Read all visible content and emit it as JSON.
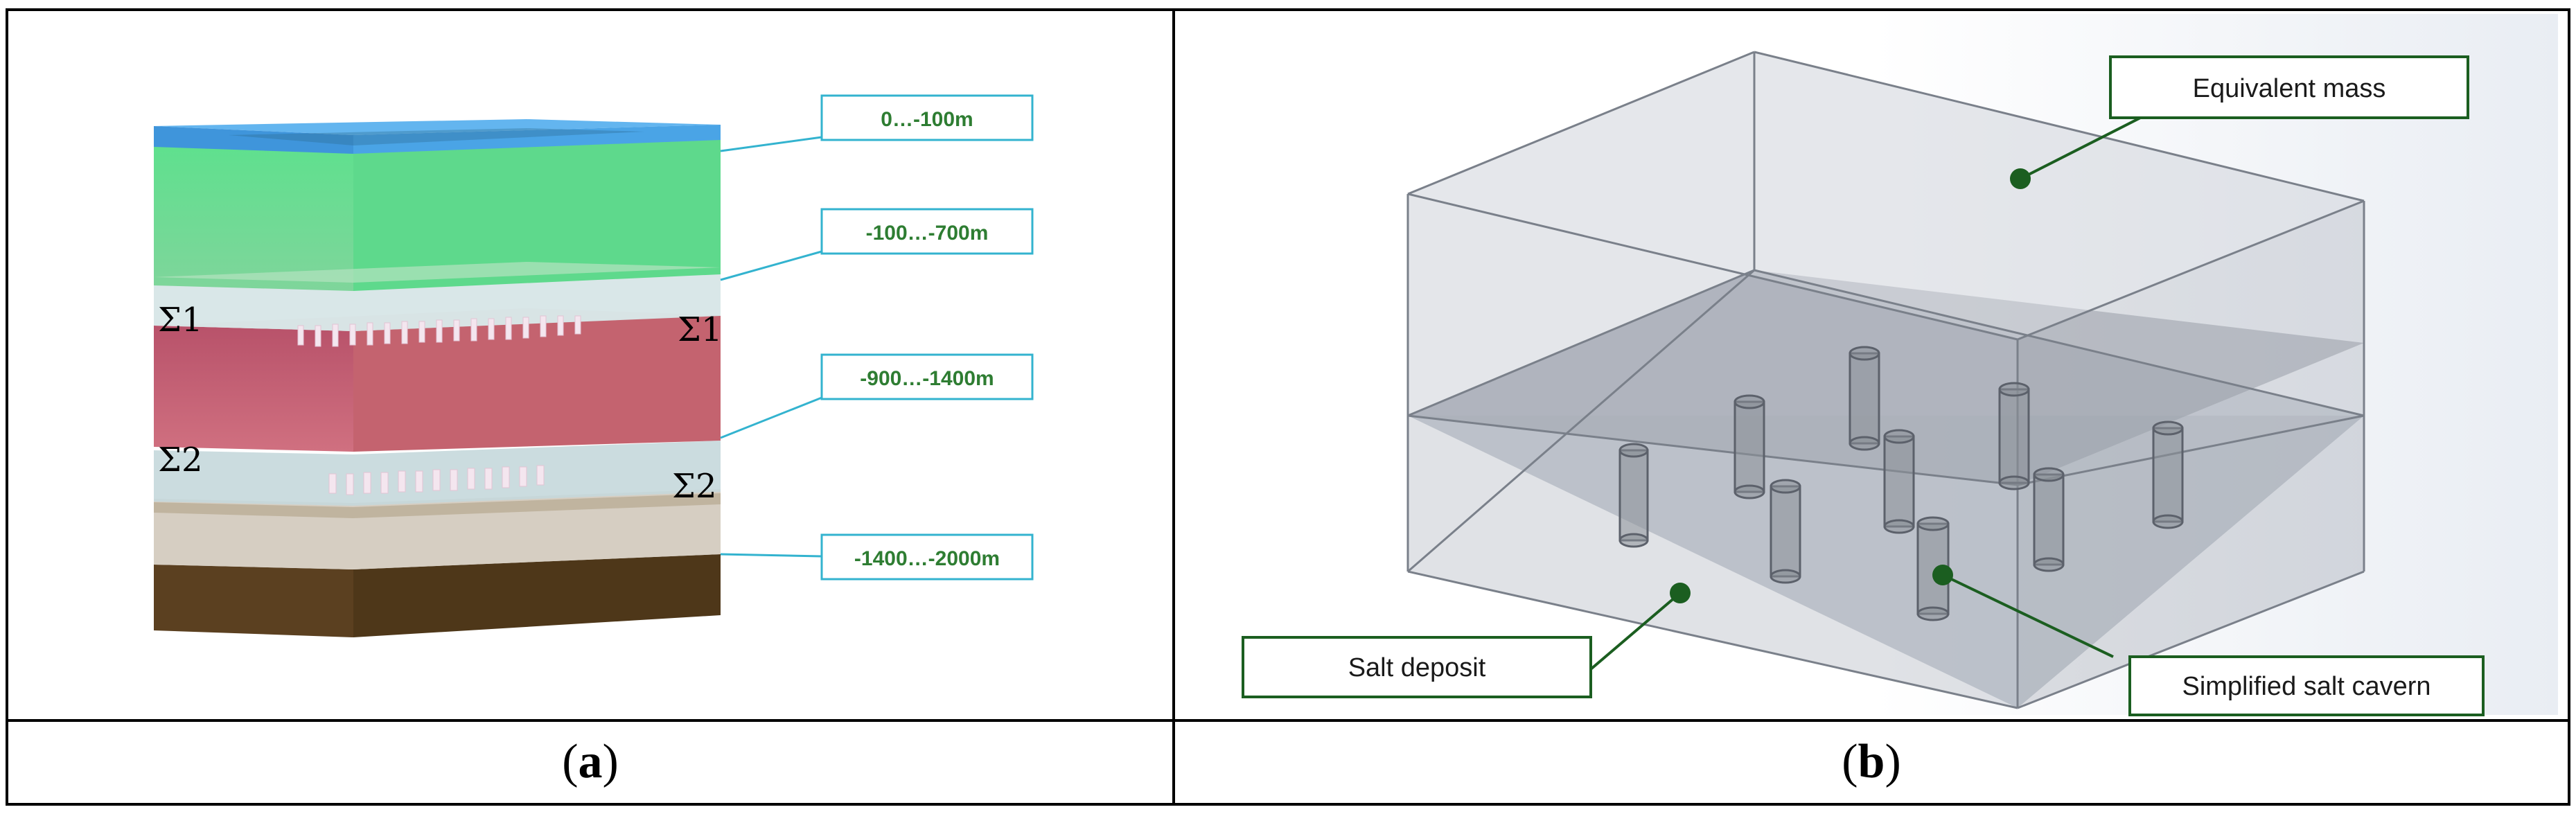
{
  "panel_a": {
    "caption_open": "(",
    "caption_letter": "a",
    "caption_close": ")",
    "sigma1_left": "Σ1",
    "sigma1_right": "Σ1",
    "sigma2_left": "Σ2",
    "sigma2_right": "Σ2",
    "layer_labels": [
      "0…-100m",
      "-100…-700m",
      "-900…-1400m",
      "-1400…-2000m"
    ],
    "colors": {
      "water": "#4fa3e0",
      "green": "#5fd98a",
      "red": "#c85a6e",
      "brown": "#5d4220",
      "callout": "#33b3cf",
      "label_text": "#2e7d32"
    }
  },
  "panel_b": {
    "caption_open": "(",
    "caption_letter": "b",
    "caption_close": ")",
    "labels": {
      "equivalent_mass": "Equivalent mass",
      "salt_deposit": "Salt deposit",
      "simplified_salt_cavern": "Simplified salt cavern"
    },
    "colors": {
      "leader": "#1b5e20",
      "dot": "#1b5e20"
    }
  }
}
